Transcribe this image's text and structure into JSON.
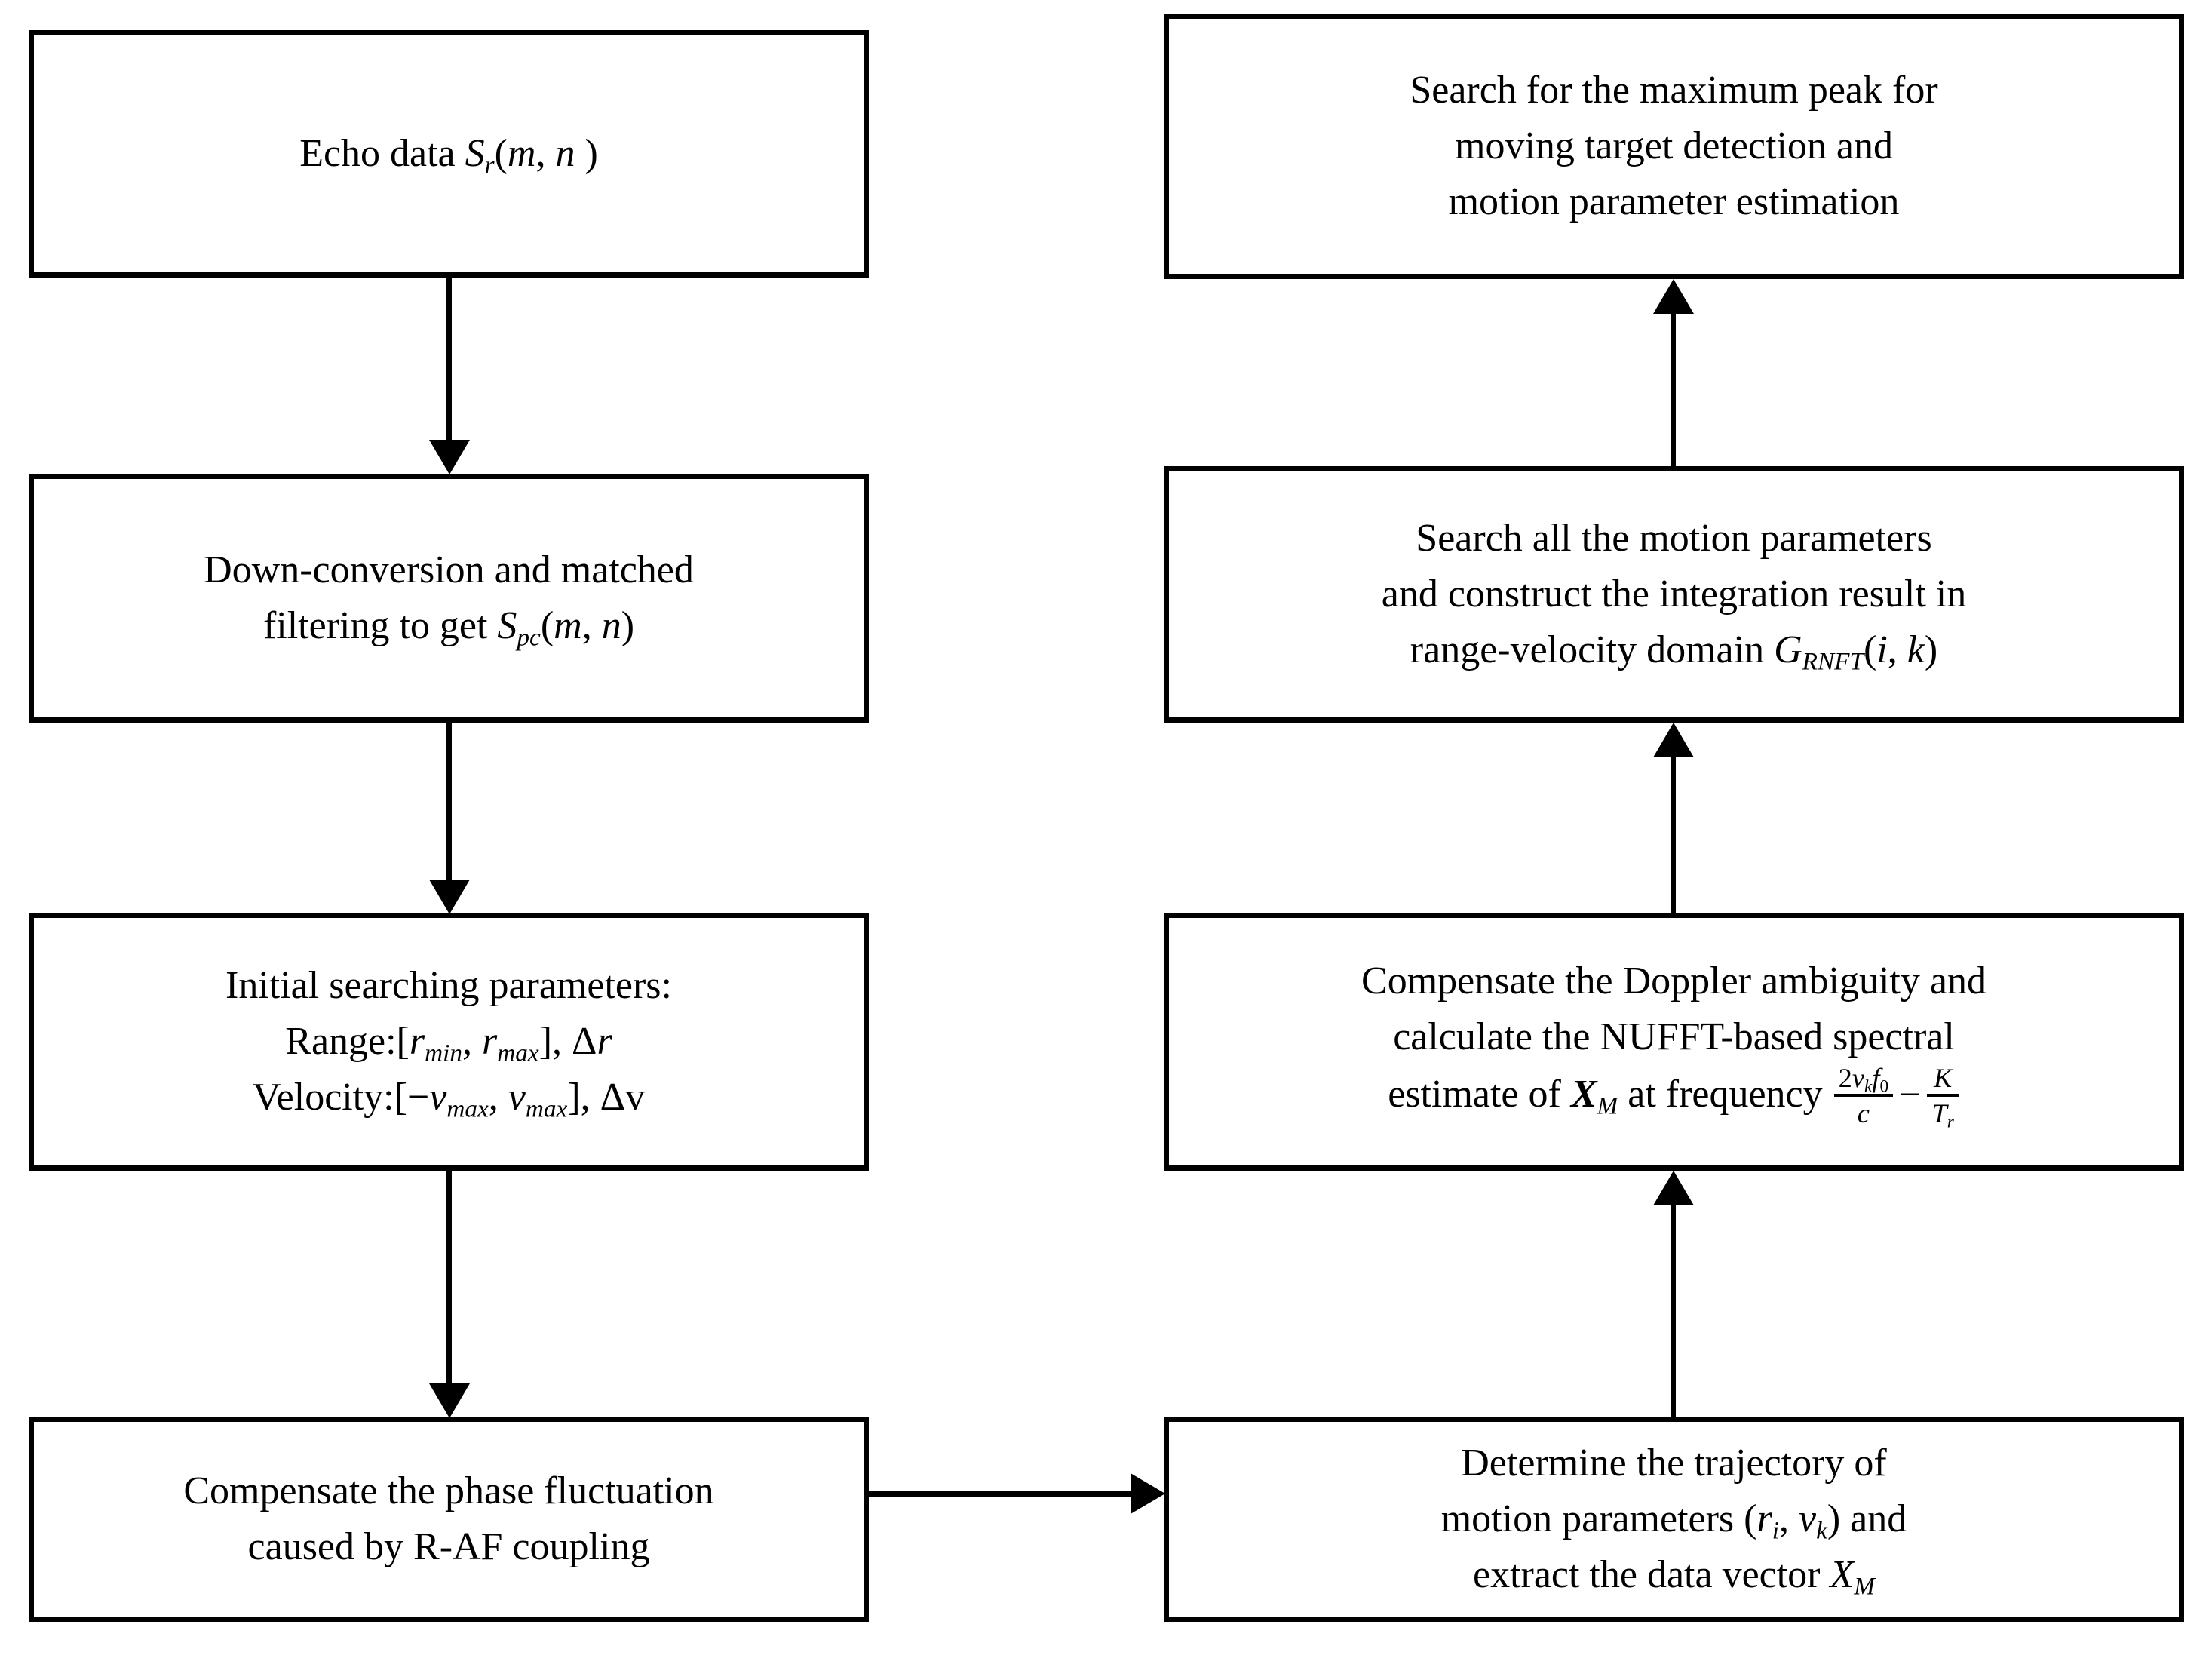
{
  "diagram": {
    "title": "Radon non-uniform FFT moving target detection flowchart",
    "background_color": "#ffffff",
    "line_color": "#000000",
    "nodes": [
      {
        "id": "echo-data",
        "column": "left",
        "order": 1,
        "lines": [
          {
            "segments": [
              {
                "text": "Echo data ",
                "style": "normal"
              },
              {
                "text": "S",
                "style": "italic"
              },
              {
                "text": "r",
                "style": "sub-italic"
              },
              {
                "text": "(",
                "style": "normal"
              },
              {
                "text": "m",
                "style": "italic"
              },
              {
                "text": ", ",
                "style": "normal"
              },
              {
                "text": "n",
                "style": "italic"
              },
              {
                "text": " )",
                "style": "normal"
              }
            ]
          }
        ],
        "plain": "Echo data Sr(m, n )"
      },
      {
        "id": "down-conversion",
        "column": "left",
        "order": 2,
        "lines": [
          {
            "segments": [
              {
                "text": "Down-conversion and matched",
                "style": "normal"
              }
            ]
          },
          {
            "segments": [
              {
                "text": "filtering to get ",
                "style": "normal"
              },
              {
                "text": "S",
                "style": "italic"
              },
              {
                "text": "pc",
                "style": "sub-italic"
              },
              {
                "text": "(",
                "style": "normal"
              },
              {
                "text": "m",
                "style": "italic"
              },
              {
                "text": ", ",
                "style": "normal"
              },
              {
                "text": "n",
                "style": "italic"
              },
              {
                "text": ")",
                "style": "normal"
              }
            ]
          }
        ],
        "plain": "Down-conversion and matched filtering to get Spc(m, n)"
      },
      {
        "id": "initial-parameters",
        "column": "left",
        "order": 3,
        "lines": [
          {
            "segments": [
              {
                "text": "Initial searching parameters:",
                "style": "normal"
              }
            ]
          },
          {
            "segments": [
              {
                "text": "Range:[",
                "style": "normal"
              },
              {
                "text": "r",
                "style": "italic"
              },
              {
                "text": "min",
                "style": "sub-italic"
              },
              {
                "text": ", ",
                "style": "normal"
              },
              {
                "text": "r",
                "style": "italic"
              },
              {
                "text": "max",
                "style": "sub-italic"
              },
              {
                "text": "], ",
                "style": "normal"
              },
              {
                "text": "Δ",
                "style": "upright"
              },
              {
                "text": "r",
                "style": "italic"
              }
            ]
          },
          {
            "segments": [
              {
                "text": "Velocity:[−",
                "style": "normal"
              },
              {
                "text": "v",
                "style": "italic"
              },
              {
                "text": "max",
                "style": "sub-italic"
              },
              {
                "text": ", ",
                "style": "normal"
              },
              {
                "text": "v",
                "style": "italic"
              },
              {
                "text": "max",
                "style": "sub-italic"
              },
              {
                "text": "], ",
                "style": "normal"
              },
              {
                "text": "Δv",
                "style": "upright"
              }
            ]
          }
        ],
        "plain": "Initial searching parameters: Range:[rmin, rmax], Δr Velocity:[−vmax, vmax], Δv"
      },
      {
        "id": "compensate-phase",
        "column": "left",
        "order": 4,
        "lines": [
          {
            "segments": [
              {
                "text": "Compensate the phase fluctuation",
                "style": "normal"
              }
            ]
          },
          {
            "segments": [
              {
                "text": "caused by R-AF coupling",
                "style": "normal"
              }
            ]
          }
        ],
        "plain": "Compensate the phase fluctuation caused by R-AF coupling"
      },
      {
        "id": "determine-trajectory",
        "column": "right",
        "order": 1,
        "lines": [
          {
            "segments": [
              {
                "text": "Determine the trajectory of",
                "style": "normal"
              }
            ]
          },
          {
            "segments": [
              {
                "text": "motion parameters (",
                "style": "normal"
              },
              {
                "text": "r",
                "style": "italic"
              },
              {
                "text": "i",
                "style": "sub-italic"
              },
              {
                "text": ", ",
                "style": "normal"
              },
              {
                "text": "v",
                "style": "italic"
              },
              {
                "text": "k",
                "style": "sub-italic"
              },
              {
                "text": ") and",
                "style": "normal"
              }
            ]
          },
          {
            "segments": [
              {
                "text": "extract the data vector ",
                "style": "normal"
              },
              {
                "text": "X",
                "style": "italic"
              },
              {
                "text": "M",
                "style": "sub-italic"
              }
            ]
          }
        ],
        "plain": "Determine the trajectory of motion parameters (ri, vk) and extract the data vector XM"
      },
      {
        "id": "compensate-doppler",
        "column": "right",
        "order": 2,
        "lines": [
          {
            "segments": [
              {
                "text": "Compensate the Doppler ambiguity and",
                "style": "normal"
              }
            ]
          },
          {
            "segments": [
              {
                "text": "calculate the NUFFT-based spectral",
                "style": "normal"
              }
            ]
          },
          {
            "segments": [
              {
                "text": "estimate of ",
                "style": "normal"
              },
              {
                "text": "X",
                "style": "bold-italic"
              },
              {
                "text": "M",
                "style": "sub-italic"
              },
              {
                "text": " at frequency ",
                "style": "normal"
              },
              {
                "text": "FRACTION",
                "style": "fraction"
              }
            ]
          }
        ],
        "formula": {
          "term1": {
            "numerator": "2v_k f_0",
            "denominator": "c"
          },
          "operator": "−",
          "term2": {
            "numerator": "K",
            "denominator": "T_r"
          },
          "plain": "(2 v_k f_0)/c − K/T_r"
        },
        "plain": "Compensate the Doppler ambiguity and calculate the NUFFT-based spectral estimate of XM at frequency 2vkf0/c − K/Tr"
      },
      {
        "id": "search-all-parameters",
        "column": "right",
        "order": 3,
        "lines": [
          {
            "segments": [
              {
                "text": "Search all the motion parameters",
                "style": "normal"
              }
            ]
          },
          {
            "segments": [
              {
                "text": "and construct the integration result in",
                "style": "normal"
              }
            ]
          },
          {
            "segments": [
              {
                "text": "range-velocity domain ",
                "style": "normal"
              },
              {
                "text": "G",
                "style": "italic"
              },
              {
                "text": "RNFT",
                "style": "sub-italic"
              },
              {
                "text": "(",
                "style": "normal"
              },
              {
                "text": "i",
                "style": "italic"
              },
              {
                "text": ", ",
                "style": "normal"
              },
              {
                "text": "k",
                "style": "italic"
              },
              {
                "text": ")",
                "style": "normal"
              }
            ]
          }
        ],
        "plain": "Search all the motion parameters and construct the integration result in range-velocity domain GRNFT(i, k)"
      },
      {
        "id": "search-max-peak",
        "column": "right",
        "order": 4,
        "lines": [
          {
            "segments": [
              {
                "text": "Search for the maximum peak for",
                "style": "normal"
              }
            ]
          },
          {
            "segments": [
              {
                "text": "moving target detection and",
                "style": "normal"
              }
            ]
          },
          {
            "segments": [
              {
                "text": "motion parameter estimation",
                "style": "normal"
              }
            ]
          }
        ],
        "plain": "Search for the maximum peak for moving target detection and motion parameter estimation"
      }
    ],
    "connectors": [
      {
        "id": "echo-to-downconversion",
        "direction": "down",
        "from": "echo-data",
        "to": "down-conversion"
      },
      {
        "id": "downconversion-to-initial",
        "direction": "down",
        "from": "down-conversion",
        "to": "initial-parameters"
      },
      {
        "id": "initial-to-compensate-phase",
        "direction": "down",
        "from": "initial-parameters",
        "to": "compensate-phase"
      },
      {
        "id": "compensate-phase-to-determine",
        "direction": "right",
        "from": "compensate-phase",
        "to": "determine-trajectory"
      },
      {
        "id": "determine-to-compensate-doppler",
        "direction": "up",
        "from": "determine-trajectory",
        "to": "compensate-doppler"
      },
      {
        "id": "compensate-doppler-to-search-all",
        "direction": "up",
        "from": "compensate-doppler",
        "to": "search-all-parameters"
      },
      {
        "id": "search-all-to-search-peak",
        "direction": "up",
        "from": "search-all-parameters",
        "to": "search-max-peak"
      }
    ]
  }
}
